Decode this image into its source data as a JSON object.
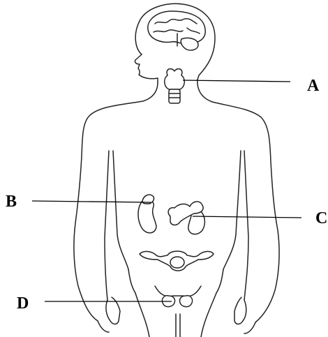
{
  "labels": {
    "A": "A",
    "B": "B",
    "C": "C",
    "D": "D"
  },
  "colors": {
    "line": "#222222",
    "background": "#ffffff"
  }
}
